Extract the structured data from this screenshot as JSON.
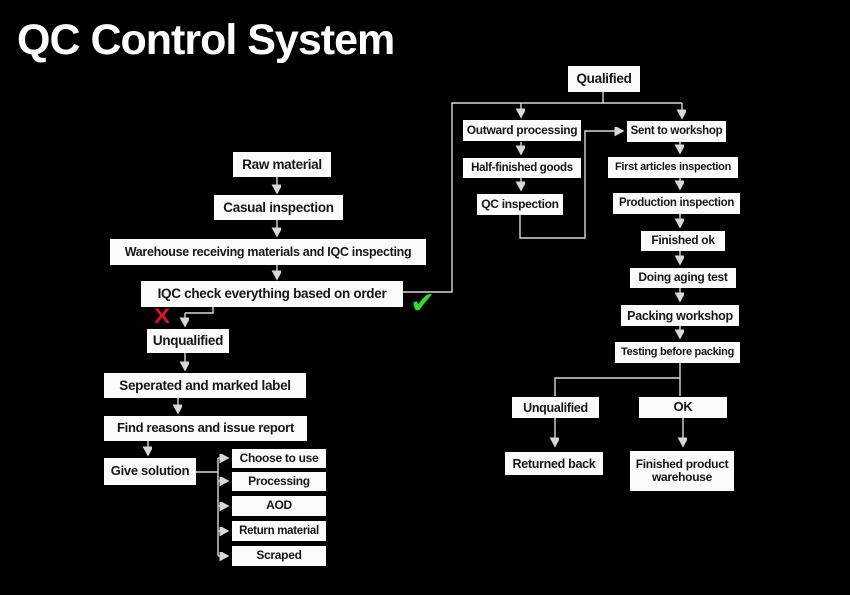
{
  "title": "QC Control System",
  "markers": {
    "pass_glyph": "✔",
    "fail_glyph": "X"
  },
  "colors": {
    "background": "#000000",
    "node_fill": "#fbfbfb",
    "node_text": "#161616",
    "line": "#d8d8d8",
    "check": "#2fdb2f",
    "cross": "#df1126"
  },
  "diagram": {
    "nodes": [
      {
        "id": "raw-material",
        "label": "Raw material"
      },
      {
        "id": "casual-inspection",
        "label": "Casual inspection"
      },
      {
        "id": "warehouse-receiving",
        "label": "Warehouse receiving materials and IQC inspecting"
      },
      {
        "id": "iqc-check",
        "label": "IQC check everything based on order"
      },
      {
        "id": "unqualified-left",
        "label": "Unqualified"
      },
      {
        "id": "seperated-marked",
        "label": "Seperated and marked label"
      },
      {
        "id": "find-reasons",
        "label": "Find reasons and issue report"
      },
      {
        "id": "give-solution",
        "label": "Give solution"
      },
      {
        "id": "choose-to-use",
        "label": "Choose to use"
      },
      {
        "id": "processing",
        "label": "Processing"
      },
      {
        "id": "aod",
        "label": "AOD"
      },
      {
        "id": "return-material",
        "label": "Return material"
      },
      {
        "id": "scraped",
        "label": "Scraped"
      },
      {
        "id": "qualified",
        "label": "Qualified"
      },
      {
        "id": "outward-processing",
        "label": "Outward processing"
      },
      {
        "id": "half-finished-goods",
        "label": "Half-finished goods"
      },
      {
        "id": "qc-inspection",
        "label": "QC inspection"
      },
      {
        "id": "sent-to-workshop",
        "label": "Sent to workshop"
      },
      {
        "id": "first-articles-inspection",
        "label": "First articles inspection"
      },
      {
        "id": "production-inspection",
        "label": "Production inspection"
      },
      {
        "id": "finished-ok",
        "label": "Finished ok"
      },
      {
        "id": "doing-aging-test",
        "label": "Doing aging test"
      },
      {
        "id": "packing-workshop",
        "label": "Packing workshop"
      },
      {
        "id": "testing-before-packing",
        "label": "Testing before packing"
      },
      {
        "id": "unqualified-right",
        "label": "Unqualified"
      },
      {
        "id": "ok",
        "label": "OK"
      },
      {
        "id": "returned-back",
        "label": "Returned back"
      },
      {
        "id": "finished-product-warehouse",
        "label": "Finished product warehouse"
      }
    ]
  }
}
